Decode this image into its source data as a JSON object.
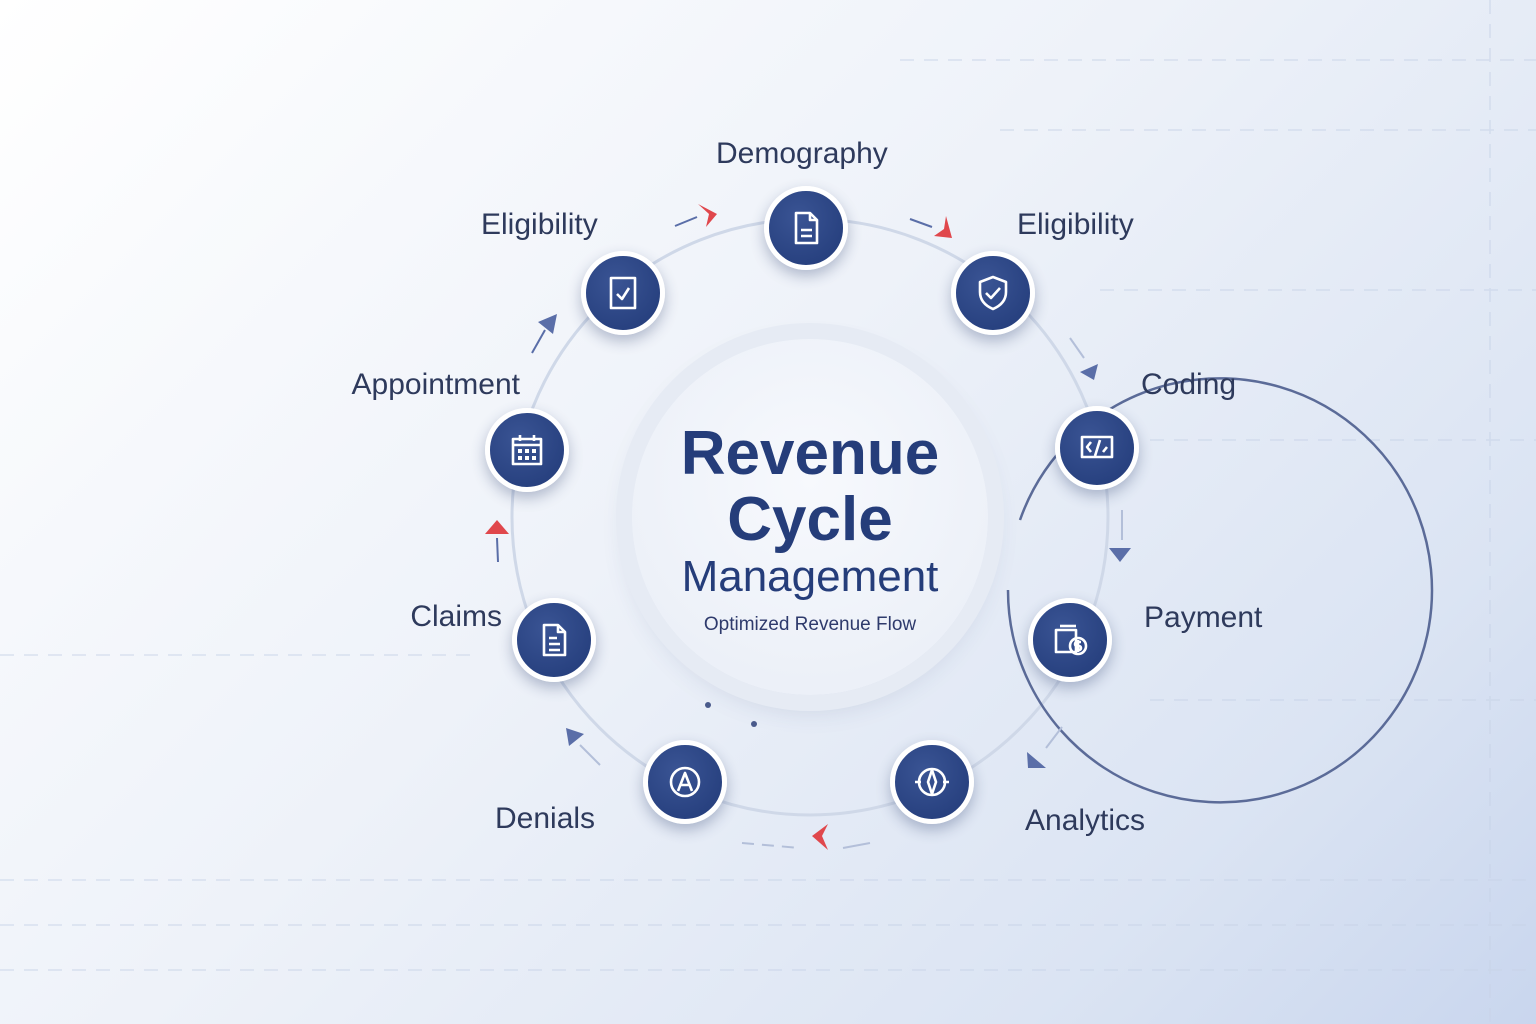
{
  "center": {
    "title_line1": "Revenue",
    "title_line2": "Cycle",
    "title_line3": "Management",
    "subtitle": "Optimized Revenue Flow"
  },
  "stages": [
    {
      "label": "Demography",
      "icon": "document-icon"
    },
    {
      "label": "Eligibility",
      "icon": "shield-check-icon"
    },
    {
      "label": "Coding",
      "icon": "code-screen-icon"
    },
    {
      "label": "Payment",
      "icon": "wallet-dollar-icon"
    },
    {
      "label": "Analytics",
      "icon": "compass-icon"
    },
    {
      "label": "Denials",
      "icon": "a-circle-icon"
    },
    {
      "label": "Claims",
      "icon": "document-lines-icon"
    },
    {
      "label": "Appointment",
      "icon": "calendar-icon"
    },
    {
      "label": "Eligibility",
      "icon": "checklist-icon"
    }
  ],
  "colors": {
    "node": "#24407d",
    "arrow_red": "#e0474c",
    "arrow_blue": "#5a6ea8",
    "text": "#2e3a5c"
  }
}
